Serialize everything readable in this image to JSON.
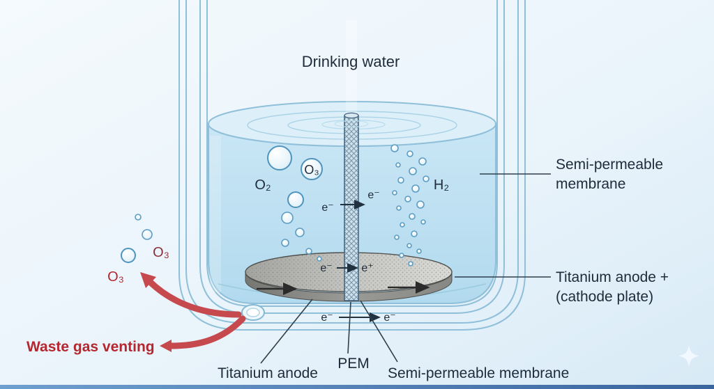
{
  "labels": {
    "drinking_water": "Drinking water",
    "o2": "O₂",
    "o3": "O₃",
    "h2": "H₂",
    "e_minus": "e⁻",
    "e_plus": "e⁺"
  },
  "callouts": {
    "membrane_line1": "Semi-permeable",
    "membrane_line2": "membrane",
    "anode_line1": "Titanium anode +",
    "anode_line2": "(cathode plate)",
    "waste_gas": "Waste gas venting",
    "titanium_anode": "Titanium anode",
    "pem": "PEM",
    "membrane_bottom": "Semi-permeable membrane"
  },
  "colors": {
    "waste_red": "#b5272f",
    "waste_red_dark": "#8a3038",
    "arrow_red": "#c5494d",
    "navy": "#1d2b3a",
    "water_blue": "#c3e3f3",
    "anode_gray": "#b9b9b6",
    "membrane_blue": "#cfe0eb",
    "bottom_bar": "#4b7fb9"
  }
}
